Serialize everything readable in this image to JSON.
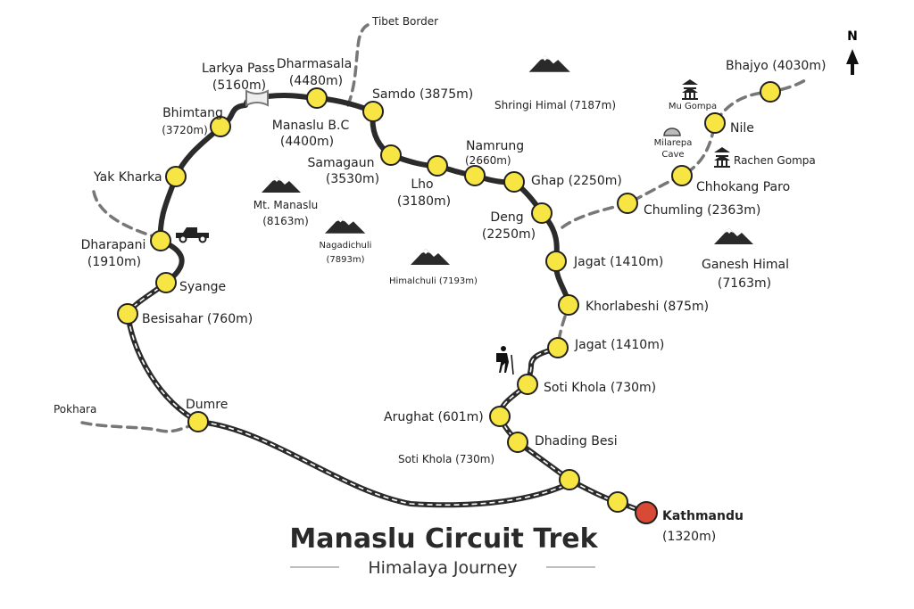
{
  "title": "Manaslu Circuit Trek",
  "subtitle": "Himalaya Journey",
  "compass": "N",
  "colors": {
    "stop": "#f7e543",
    "destination": "#d94a36",
    "route": "#2b2b2b",
    "side_trail": "#777777"
  },
  "stops": {
    "larkya_pass": [
      "Larkya Pass",
      "(5160m)"
    ],
    "dharmasala": [
      "Dharmasala",
      "(4480m)"
    ],
    "samdo": "Samdo (3875m)",
    "manaslu_bc": [
      "Manaslu B.C",
      "(4400m)"
    ],
    "bhimtang": [
      "Bhimtang",
      "(3720m)"
    ],
    "samagaun": [
      "Samagaun",
      "(3530m)"
    ],
    "lho": [
      "Lho",
      "(3180m)"
    ],
    "namrung": [
      "Namrung",
      "(2660m)"
    ],
    "ghap": "Ghap (2250m)",
    "deng": [
      "Deng",
      "(2250m)"
    ],
    "yak_kharka": "Yak Kharka",
    "dharapani": [
      "Dharapani",
      "(1910m)"
    ],
    "syange": "Syange",
    "besisahar": "Besisahar (760m)",
    "jagat1": "Jagat (1410m)",
    "khorlabeshi": "Khorlabeshi (875m)",
    "jagat2": "Jagat (1410m)",
    "soti_khola1": "Soti Khola (730m)",
    "arughat": "Arughat (601m)",
    "dhading_besi": "Dhading Besi",
    "soti_khola2": "Soti Khola (730m)",
    "dumre": "Dumre",
    "kathmandu": [
      "Kathmandu",
      "(1320m)"
    ],
    "chumling": "Chumling (2363m)",
    "chhokang_paro": "Chhokang Paro",
    "nile": "Nile",
    "bhajyo": "Bhajyo (4030m)"
  },
  "places": {
    "tibet_border": "Tibet Border",
    "pokhara": "Pokhara",
    "mu_gompa": "Mu Gompa",
    "milarepa_cave": [
      "Milarepa",
      "Cave"
    ],
    "rachen_gompa": "Rachen Gompa"
  },
  "peaks": {
    "mt_manaslu": [
      "Mt. Manaslu",
      "(8163m)"
    ],
    "nagadichuli": [
      "Nagadichuli",
      "(7893m)"
    ],
    "himalchuli": "Himalchuli (7193m)",
    "shringi_himal": "Shringi Himal (7187m)",
    "ganesh_himal": [
      "Ganesh Himal",
      "(7163m)"
    ]
  }
}
